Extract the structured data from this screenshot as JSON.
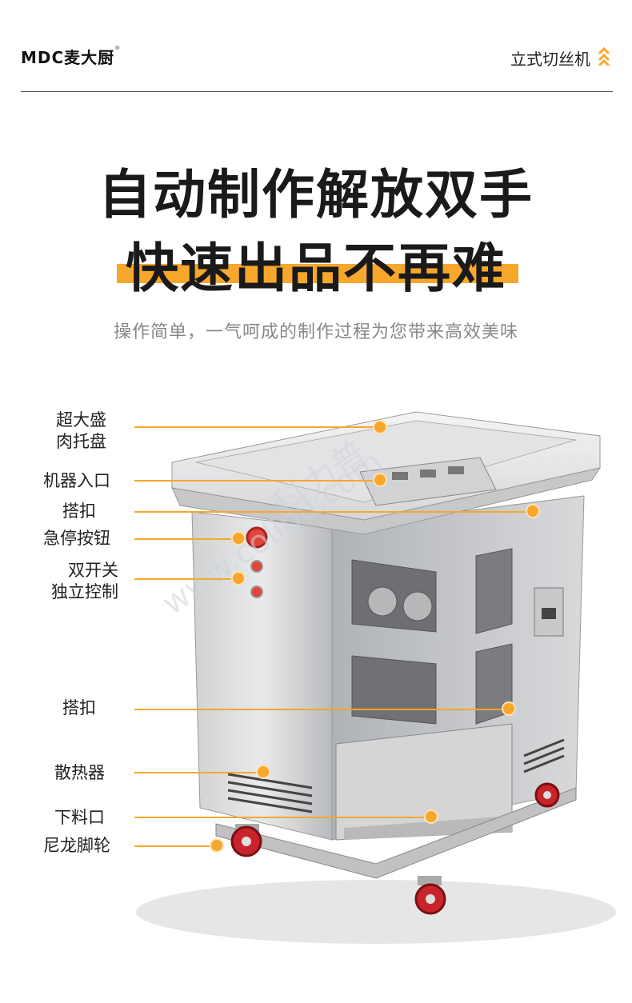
{
  "header": {
    "logo_text": "MDC麦大厨",
    "logo_mark": "®",
    "product_name": "立式切丝机",
    "chevron_icon": "double-chevron-up-icon",
    "accent_color": "#f7a72c"
  },
  "headline": {
    "line1": "自动制作解放双手",
    "line2": "快速出品不再难"
  },
  "subtitle": "操作简单，一气呵成的制作过程为您带来高效美味",
  "watermark": {
    "cn": "科力普",
    "en": "www.colipu.com"
  },
  "callouts": [
    {
      "lines": [
        "超大盛",
        "肉托盘"
      ]
    },
    {
      "lines": [
        "机器入口"
      ]
    },
    {
      "lines": [
        "搭扣"
      ]
    },
    {
      "lines": [
        "急停按钮"
      ]
    },
    {
      "lines": [
        "双开关",
        "独立控制"
      ]
    },
    {
      "lines": [
        "搭扣"
      ]
    },
    {
      "lines": [
        "散热器"
      ]
    },
    {
      "lines": [
        "下料口"
      ]
    },
    {
      "lines": [
        "尼龙脚轮"
      ]
    }
  ]
}
